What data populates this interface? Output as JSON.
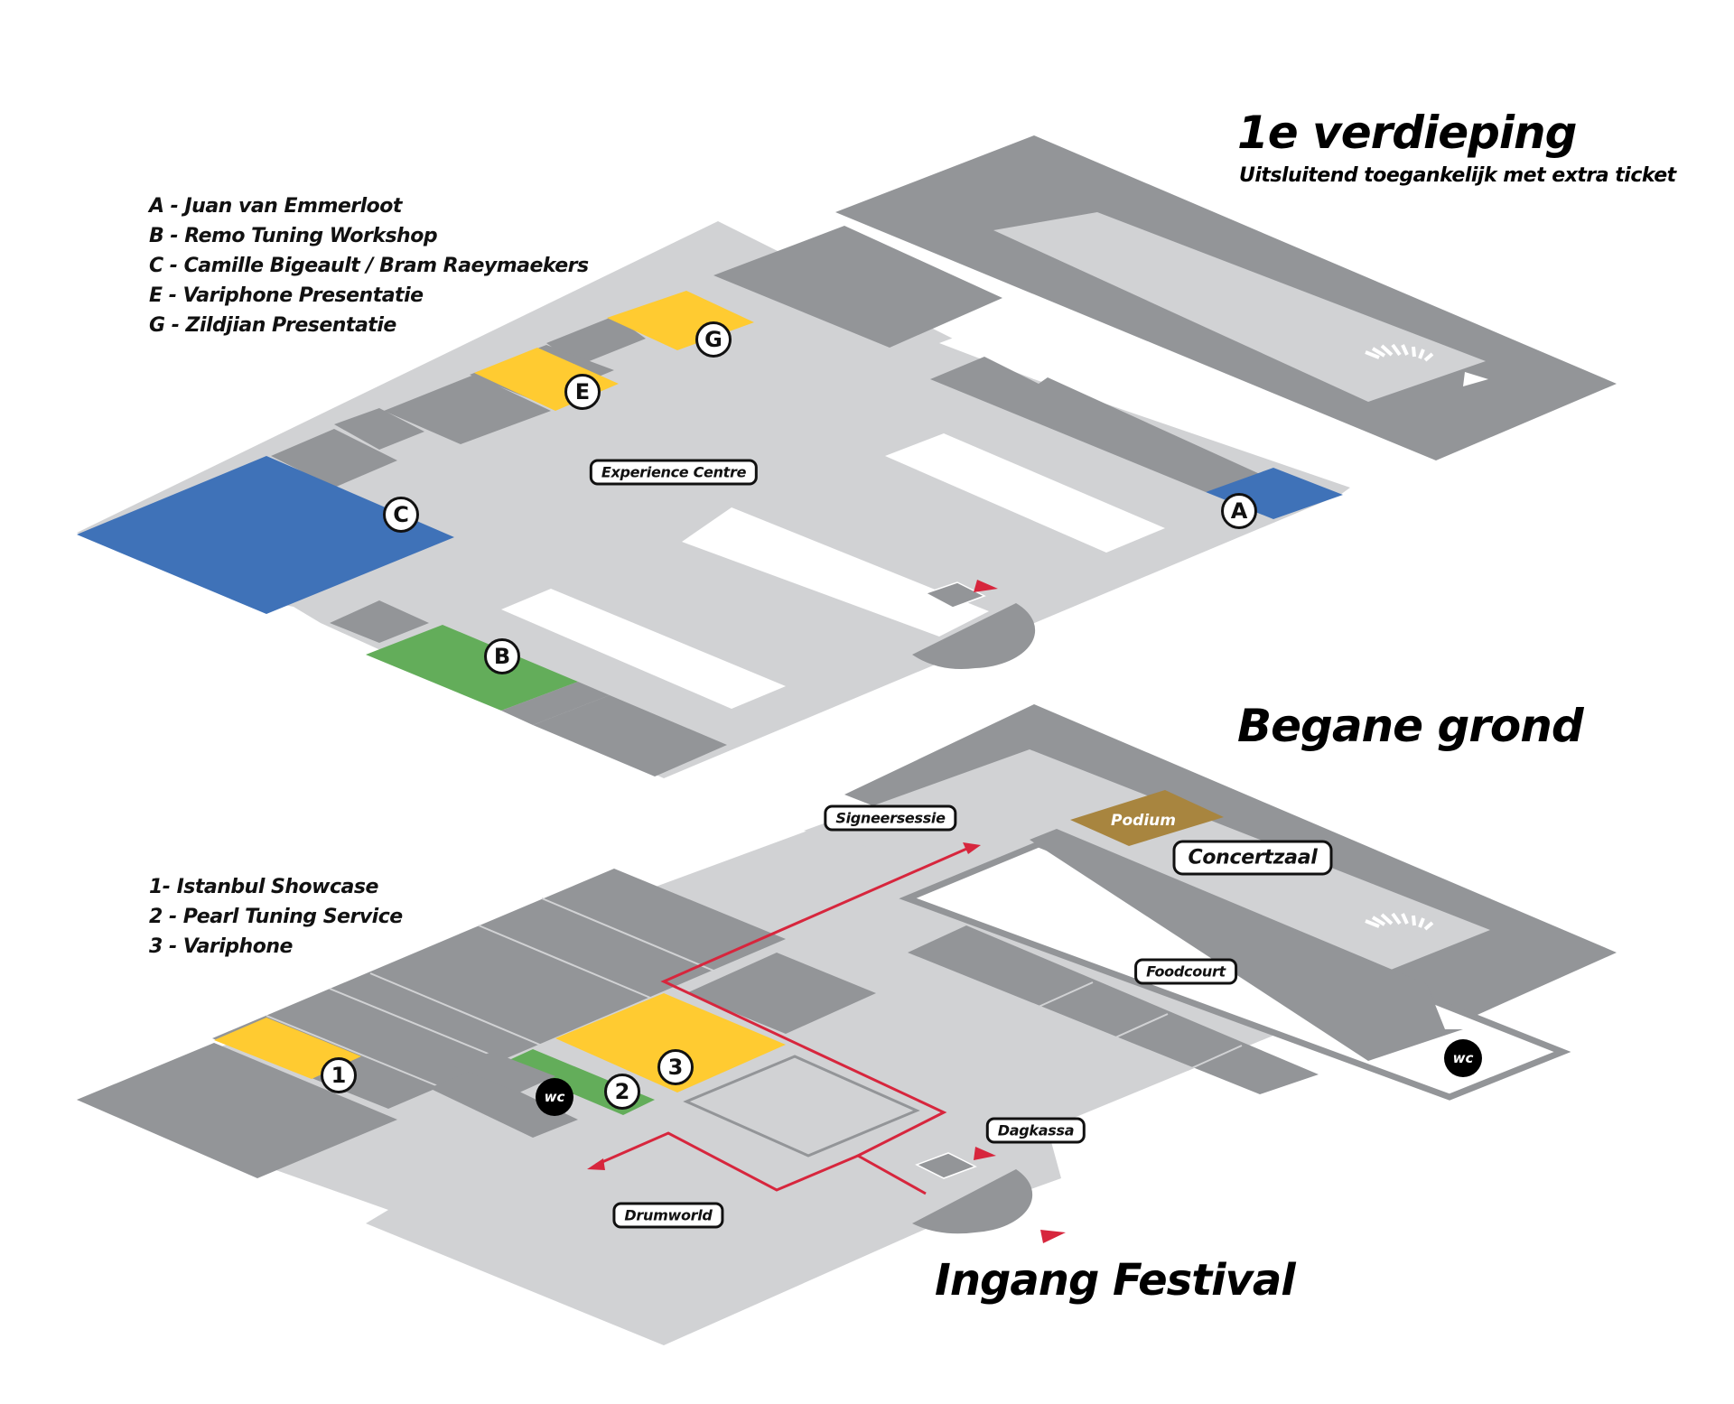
{
  "floors": {
    "first": {
      "title": "1e verdieping",
      "subtitle": "Uitsluitend toegankelijk met extra ticket",
      "legend": [
        "A - Juan van Emmerloot",
        "B - Remo Tuning Workshop",
        "C - Camille Bigeault / Bram Raeymaekers",
        "E - Variphone Presentatie",
        "G - Zildjian Presentatie"
      ],
      "markers": [
        "A",
        "B",
        "C",
        "E",
        "G"
      ],
      "area_labels": {
        "experience_centre": "Experience Centre"
      }
    },
    "ground": {
      "title": "Begane grond",
      "legend": [
        "1- Istanbul Showcase",
        "2 - Pearl Tuning Service",
        "3 - Variphone"
      ],
      "markers": [
        "1",
        "2",
        "3"
      ],
      "area_labels": {
        "signeersessie": "Signeersessie",
        "podium": "Podium",
        "concertzaal": "Concertzaal",
        "foodcourt": "Foodcourt",
        "dagkassa": "Dagkassa",
        "drumworld": "Drumworld"
      },
      "wc_label": "WC",
      "entrance": "Ingang Festival"
    }
  },
  "colors": {
    "floor": "#d1d2d4",
    "wall": "#939598",
    "blue": "#3f72b8",
    "green": "#63ad5a",
    "yellow": "#ffcb31",
    "gold": "#a8853f",
    "route": "#d7263d",
    "background": "#ffffff"
  }
}
